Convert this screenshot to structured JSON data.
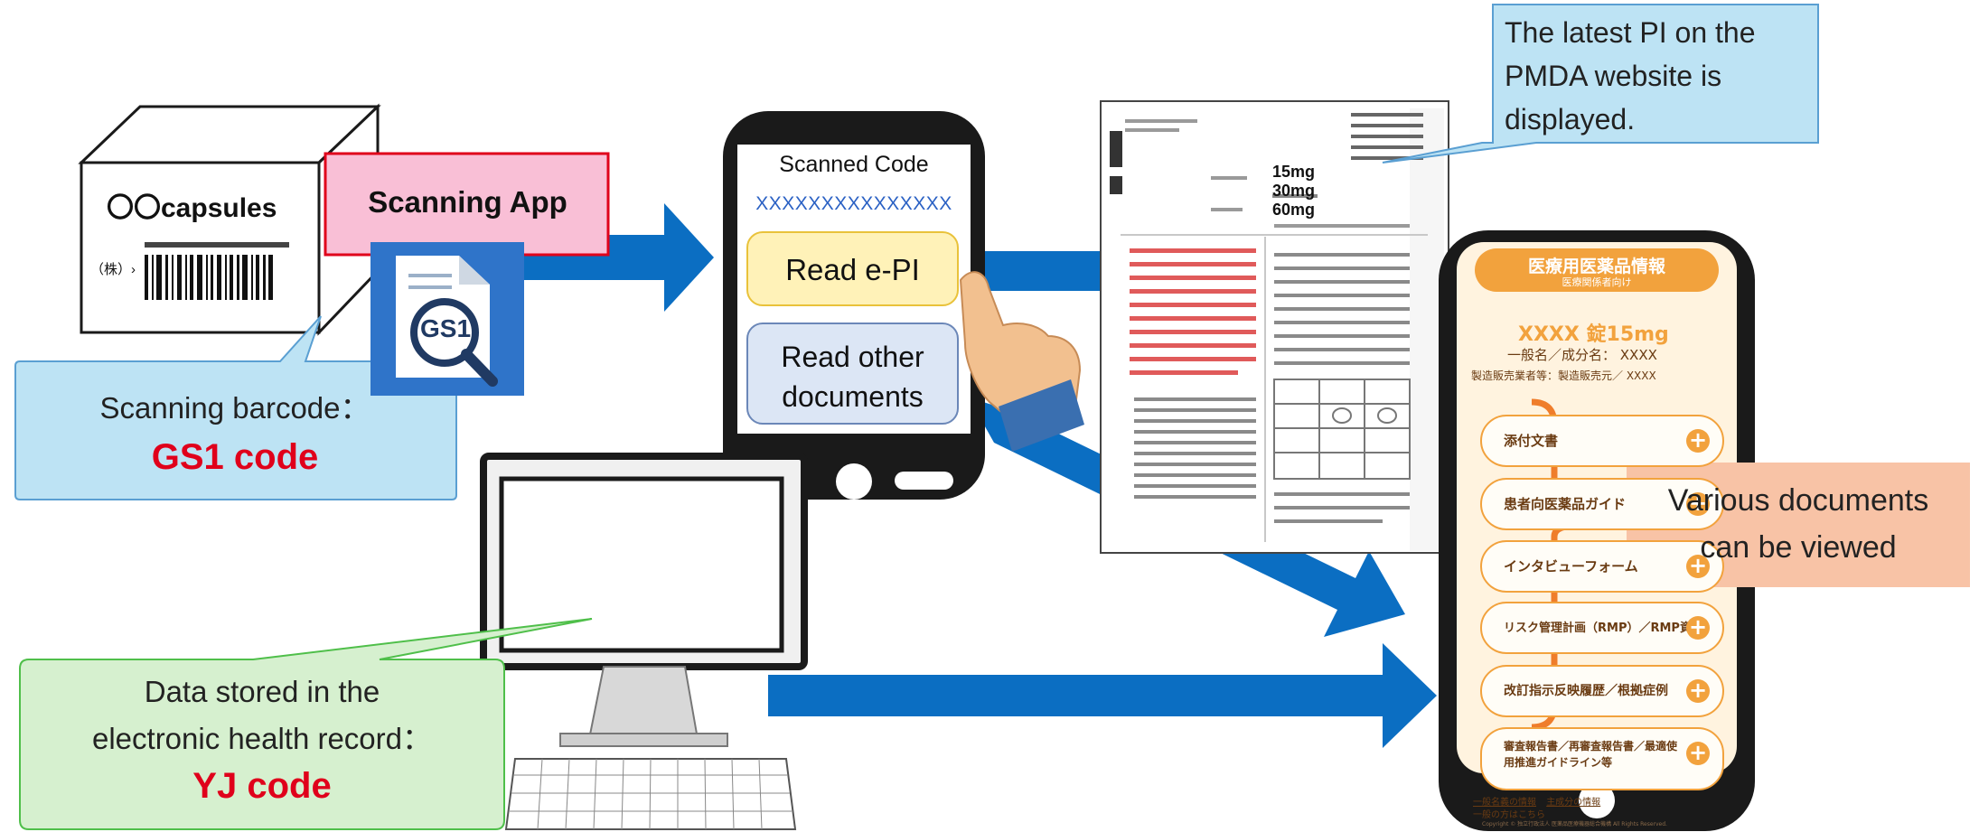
{
  "box": {
    "product_name": "〇〇capsules",
    "company_mark": "（株）›"
  },
  "scanning_app": {
    "label": "Scanning App",
    "logo_text": "GS1"
  },
  "scanning_barcode_callout": {
    "line1": "Scanning barcode：",
    "code": "GS1 code"
  },
  "phone_left": {
    "scanned_label": "Scanned Code",
    "scanned_value": "XXXXXXXXXXXXXXX",
    "read_epi": "Read e-PI",
    "read_other_line1": "Read other",
    "read_other_line2": "documents"
  },
  "pi_document": {
    "doses": [
      "15mg",
      "30mg",
      "60mg"
    ]
  },
  "pmda_callout": {
    "line1": "The latest PI  on the",
    "line2": "PMDA website is",
    "line3": "displayed."
  },
  "phone_right": {
    "header_title": "医療用医薬品情報",
    "header_sub": "医療関係者向け",
    "product": "XXXX  錠15mg",
    "generic_name": "一般名／成分名：  XXXX",
    "marketer": "製造販売業者等：製造販売元／  XXXX",
    "items": [
      "添付文書",
      "患者向医薬品ガイド",
      "インタビューフォーム",
      "リスク管理計画（RMP）／RMP資材",
      "改訂指示反映履歴／根拠症例",
      "審査報告書／再審査報告書／最適使用推進ガイドライン等"
    ],
    "footer_links": [
      "一般名義の情報",
      "主成分の情報",
      "一般の方はこちら"
    ],
    "copyright": "Copyright © 独立行政法人 医薬品医療機器総合機構 All Rights Reserved."
  },
  "various_callout": {
    "line1": "Various documents",
    "line2": "can be viewed"
  },
  "ehr_callout": {
    "line1": "Data stored in the",
    "line2": "electronic health record：",
    "code": "YJ code"
  },
  "colors": {
    "arrow_blue": "#0b6ec2",
    "callout_blue": "#bde3f4",
    "app_pink": "#f9bfd6",
    "app_red_border": "#e0001b",
    "peach": "#f8c3a6",
    "green_callout": "#d6f0cf",
    "orange_bracket": "#ef7d2b",
    "code_red": "#e0001b",
    "phone_black": "#1a1a1a",
    "pmda_orange": "#f2a23d"
  }
}
